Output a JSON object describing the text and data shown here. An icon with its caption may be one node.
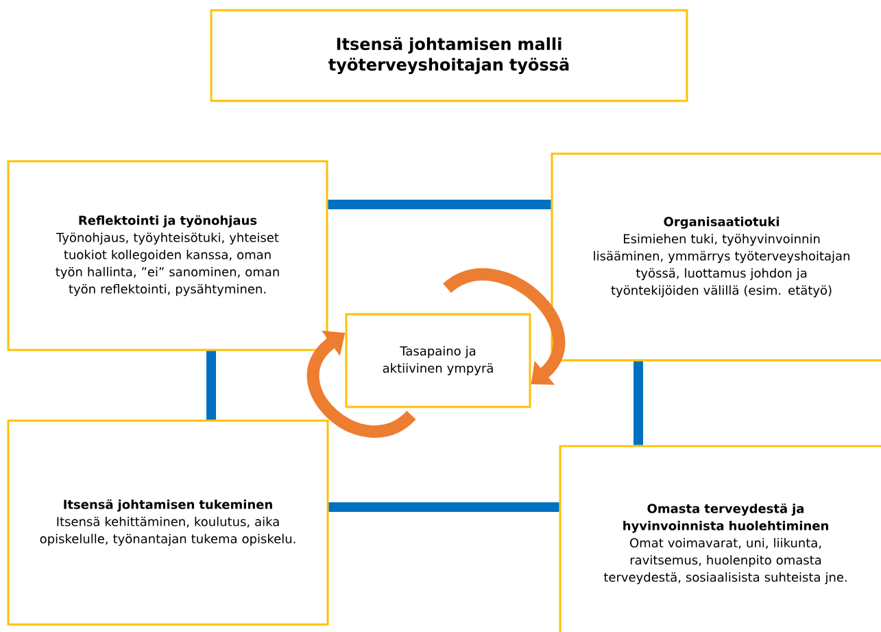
{
  "diagram": {
    "title": "Itsensä johtamisen malli työterveyshoitajan työssä",
    "nodes": [
      {
        "text": [
          "Reflektointi ja työnohjaus",
          "Työnohjaus, työyhteisötuki, yhteiset tuokiot kollegoiden kanssa, oman työn hallinta, ”ei” sanominen, oman työn reflektointi, pysähtyminen."
        ]
      },
      {
        "text": [
          "Organisaatiotuki",
          "Esimiehen tuki, työhyvinvoinnin lisääminen, ymmärrys työterveyshoitajan työssä, luottamus johdon ja työntekijöiden välillä (esim. etätyö)"
        ]
      },
      {
        "text": [
          "Tasapaino ja aktiivinen ympyrä"
        ]
      },
      {
        "text": [
          "Itsensä johtamisen tukeminen",
          "Itsensä kehittäminen, koulutus, aika opiskelulle, työnantajan tukema opiskelu."
        ]
      },
      {
        "text": [
          "Omasta terveydestä ja hyvinvoinnista huolehtiminen",
          "Omat voimavarat, uni, liikunta, ravitsemus, huolenpito omasta terveydestä, sosiaalisista suhteista jne."
        ]
      }
    ],
    "edges": [
      {
        "from": 0,
        "to": 1,
        "arrow": "none"
      },
      {
        "from": 0,
        "to": 3,
        "arrow": "none"
      },
      {
        "from": 1,
        "to": 4,
        "arrow": "none"
      },
      {
        "from": 3,
        "to": 4,
        "arrow": "none"
      },
      {
        "from": null,
        "to": 2,
        "arrow": "to",
        "color": "#ed7d31"
      },
      {
        "from": null,
        "to": 2,
        "arrow": "to",
        "color": "#ed7d31"
      }
    ]
  }
}
